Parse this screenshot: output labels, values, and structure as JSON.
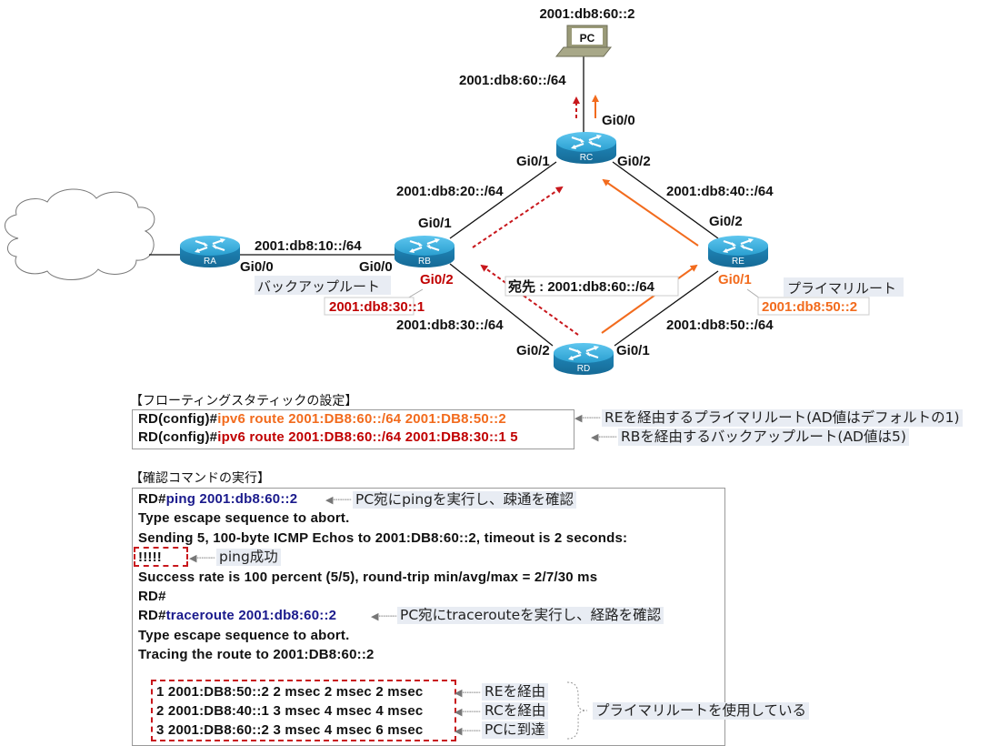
{
  "topology": {
    "pc": {
      "label": "PC",
      "address": "2001:db8:60::2"
    },
    "routers": {
      "RA": {
        "name": "RA"
      },
      "RB": {
        "name": "RB"
      },
      "RC": {
        "name": "RC"
      },
      "RD": {
        "name": "RD"
      },
      "RE": {
        "name": "RE"
      }
    },
    "networks": {
      "pc_rc": "2001:db8:60::/64",
      "ra_rb": "2001:db8:10::/64",
      "rb_rc": "2001:db8:20::/64",
      "rc_re": "2001:db8:40::/64",
      "rb_rd": "2001:db8:30::/64",
      "rd_re": "2001:db8:50::/64"
    },
    "interfaces": {
      "rc_gi0_0": "Gi0/0",
      "rc_gi0_1": "Gi0/1",
      "rc_gi0_2": "Gi0/2",
      "ra_gi0_0": "Gi0/0",
      "rb_gi0_0": "Gi0/0",
      "rb_gi0_1": "Gi0/1",
      "rb_gi0_2": "Gi0/2",
      "re_gi0_2": "Gi0/2",
      "re_gi0_1": "Gi0/1",
      "rd_gi0_2": "Gi0/2",
      "rd_gi0_1": "Gi0/1"
    },
    "backup_route_label": "バックアップルート",
    "backup_nexthop": "2001:db8:30::1",
    "primary_route_label": "プライマリルート",
    "primary_nexthop": "2001:db8:50::2",
    "destination_label": "宛先 : 2001:db8:60::/64",
    "colors": {
      "primary": "#f26b1d",
      "backup": "#c8171c",
      "router": "#2a9fd0"
    }
  },
  "config_section": {
    "title": "【フローティングスタティックの設定】",
    "lines": [
      {
        "prompt": "RD(config)#",
        "command": "ipv6 route 2001:DB8:60::/64 2001:DB8:50::2",
        "suffix": ""
      },
      {
        "prompt": "RD(config)#",
        "command": "ipv6 route 2001:DB8:60::/64 2001:DB8:30::1",
        "suffix": " 5"
      }
    ],
    "notes": [
      "REを経由するプライマリルート(AD値はデフォルトの1)",
      "RBを経由するバックアップルート(AD値は5)"
    ]
  },
  "verify_section": {
    "title": "【確認コマンドの実行】",
    "ping_prompt": "RD#",
    "ping_cmd": "ping 2001:db8:60::2",
    "ping_note": "PC宛にpingを実行し、疎通を確認",
    "line_escape1": "Type escape sequence to abort.",
    "line_sending": "Sending 5, 100-byte ICMP Echos to 2001:DB8:60::2, timeout is 2 seconds:",
    "line_bang": "!!!!!",
    "bang_note": "ping成功",
    "line_success": "Success rate is 100 percent (5/5), round-trip min/avg/max = 2/7/30 ms",
    "line_rd": "RD#",
    "trace_prompt": "RD#",
    "trace_cmd": "traceroute 2001:db8:60::2",
    "trace_note": "PC宛にtracerouteを実行し、経路を確認",
    "line_escape2": "Type escape sequence to abort.",
    "line_tracing": "Tracing the route to 2001:DB8:60::2",
    "hops": [
      {
        "text": "1 2001:DB8:50::2 2 msec 2 msec 2 msec",
        "note": "REを経由"
      },
      {
        "text": "2 2001:DB8:40::1 3 msec 4 msec 4 msec",
        "note": "RCを経由"
      },
      {
        "text": "3 2001:DB8:60::2 3 msec 4 msec 6 msec",
        "note": "PCに到達"
      }
    ],
    "hops_summary": "プライマリルートを使用している",
    "arrow_glyph": "◀┈┈┈"
  }
}
